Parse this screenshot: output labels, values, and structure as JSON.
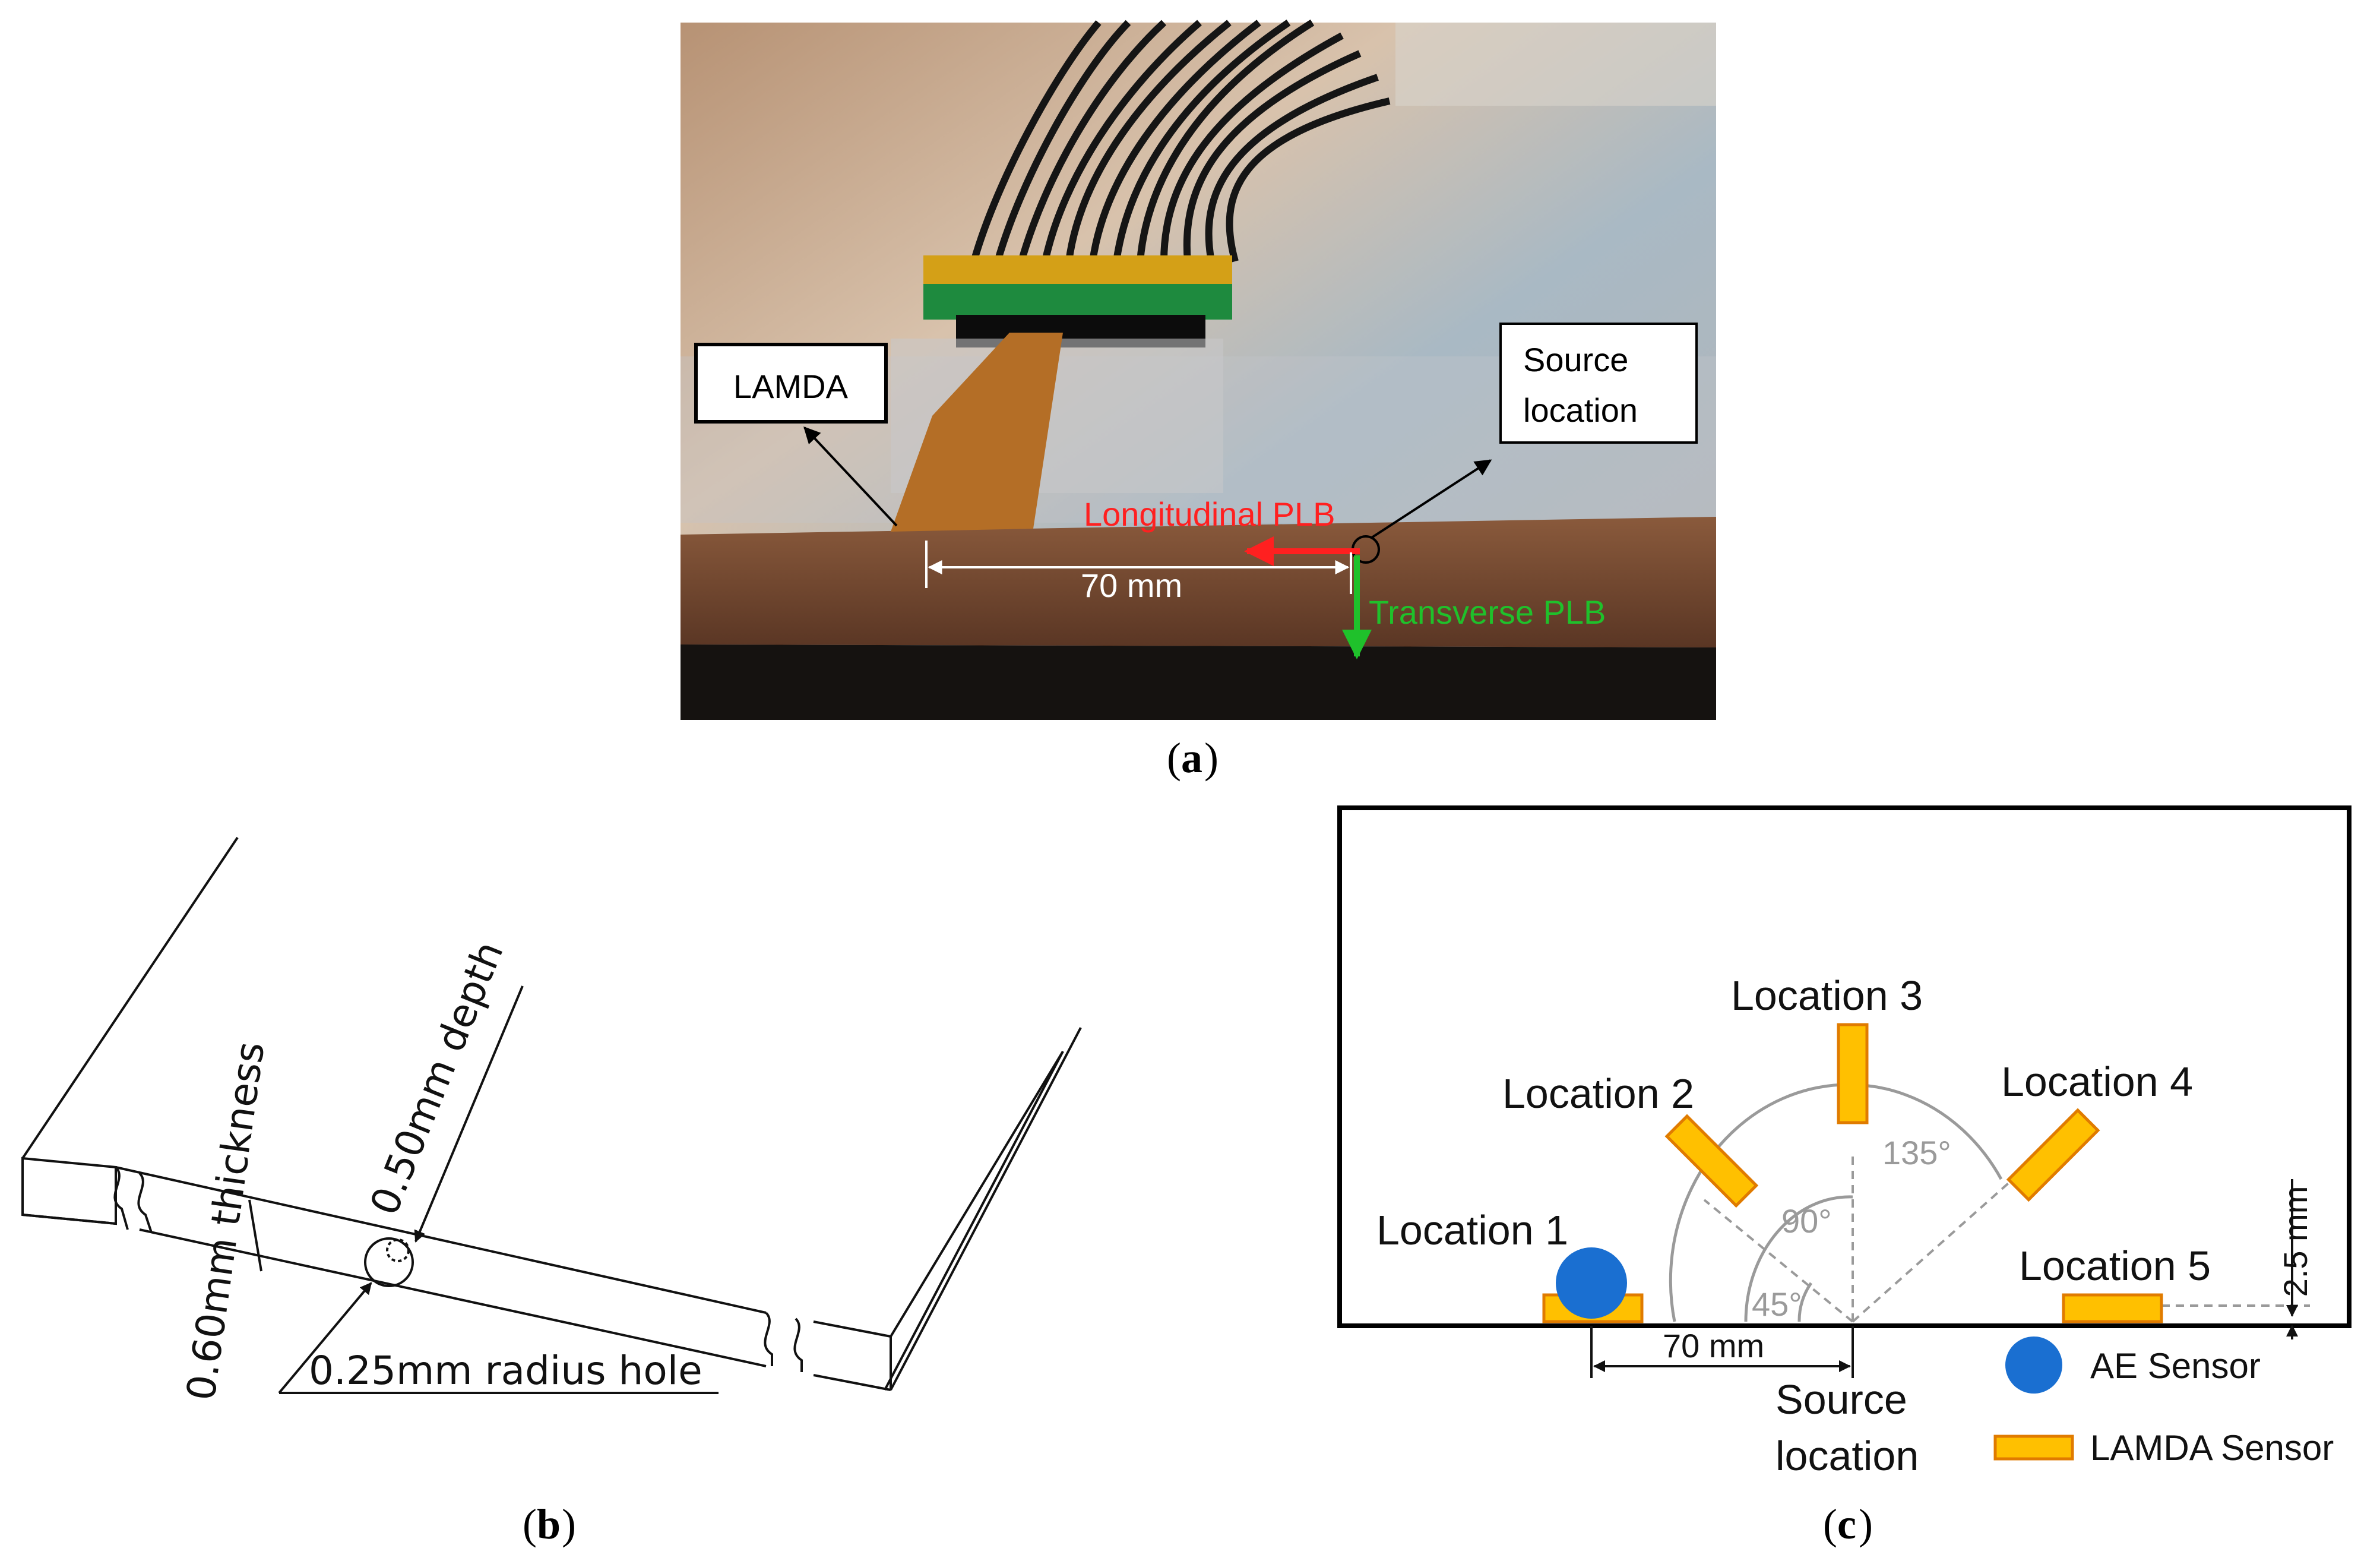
{
  "panel_a": {
    "caption": "a",
    "labels": {
      "lamda": "LAMDA",
      "source_line1": "Source",
      "source_line2": "location",
      "longitudinal": "Longitudinal PLB",
      "transverse": "Transverse PLB",
      "distance": "70 mm"
    },
    "colors": {
      "longitudinal": "#ff2020",
      "transverse": "#1fc12b"
    }
  },
  "panel_b": {
    "caption": "b",
    "labels": {
      "thickness": "0.60mm thickness",
      "depth": "0.50mm depth",
      "hole": "0.25mm radius hole"
    }
  },
  "panel_c": {
    "caption": "c",
    "locations": [
      "Location 1",
      "Location 2",
      "Location 3",
      "Location 4",
      "Location 5"
    ],
    "angles": [
      "45°",
      "90°",
      "135°"
    ],
    "distance": "70 mm",
    "offset": "2.5 mm",
    "source_line1": "Source",
    "source_line2": "location",
    "legend": {
      "ae": "AE Sensor",
      "lamda": "LAMDA Sensor"
    },
    "colors": {
      "ae_sensor": "#1a6fd1",
      "lamda_sensor": "#ffc000",
      "lamda_border": "#e07b00"
    }
  }
}
